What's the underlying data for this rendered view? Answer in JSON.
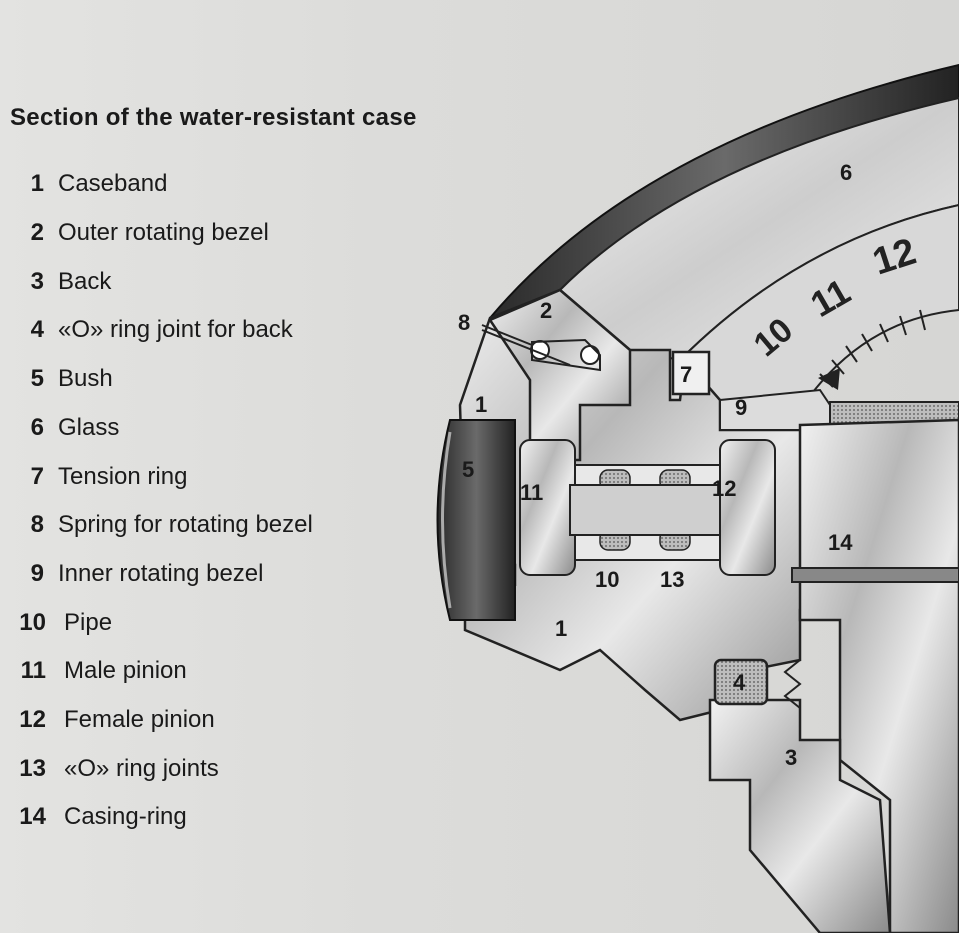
{
  "title": "Section of the water-resistant case",
  "legend": [
    {
      "num": "1",
      "label": "Caseband"
    },
    {
      "num": "2",
      "label": "Outer rotating bezel"
    },
    {
      "num": "3",
      "label": "Back"
    },
    {
      "num": "4",
      "label": "«O» ring joint for back"
    },
    {
      "num": "5",
      "label": "Bush"
    },
    {
      "num": "6",
      "label": "Glass"
    },
    {
      "num": "7",
      "label": "Tension ring"
    },
    {
      "num": "8",
      "label": "Spring for rotating bezel"
    },
    {
      "num": "9",
      "label": "Inner rotating bezel"
    },
    {
      "num": "10",
      "label": "Pipe"
    },
    {
      "num": "11",
      "label": "Male pinion"
    },
    {
      "num": "12",
      "label": "Female pinion"
    },
    {
      "num": "13",
      "label": "«O» ring joints"
    },
    {
      "num": "14",
      "label": "Casing-ring"
    }
  ],
  "callouts": {
    "caseband_top": "1",
    "caseband_bottom": "1",
    "bezel_outer": "2",
    "back": "3",
    "o_ring_back": "4",
    "bush": "5",
    "glass": "6",
    "tension_ring": "7",
    "spring": "8",
    "bezel_inner": "9",
    "pipe": "10",
    "male_pinion": "11",
    "female_pinion": "12",
    "o_rings": "13",
    "casing_ring": "14"
  },
  "dial_marks": [
    "12",
    "11",
    "10"
  ],
  "colors": {
    "paper": "#dcdcda",
    "ink": "#1a1a1a",
    "metal_dark": "#3a3a3a",
    "metal_light": "#cfcfcf"
  }
}
